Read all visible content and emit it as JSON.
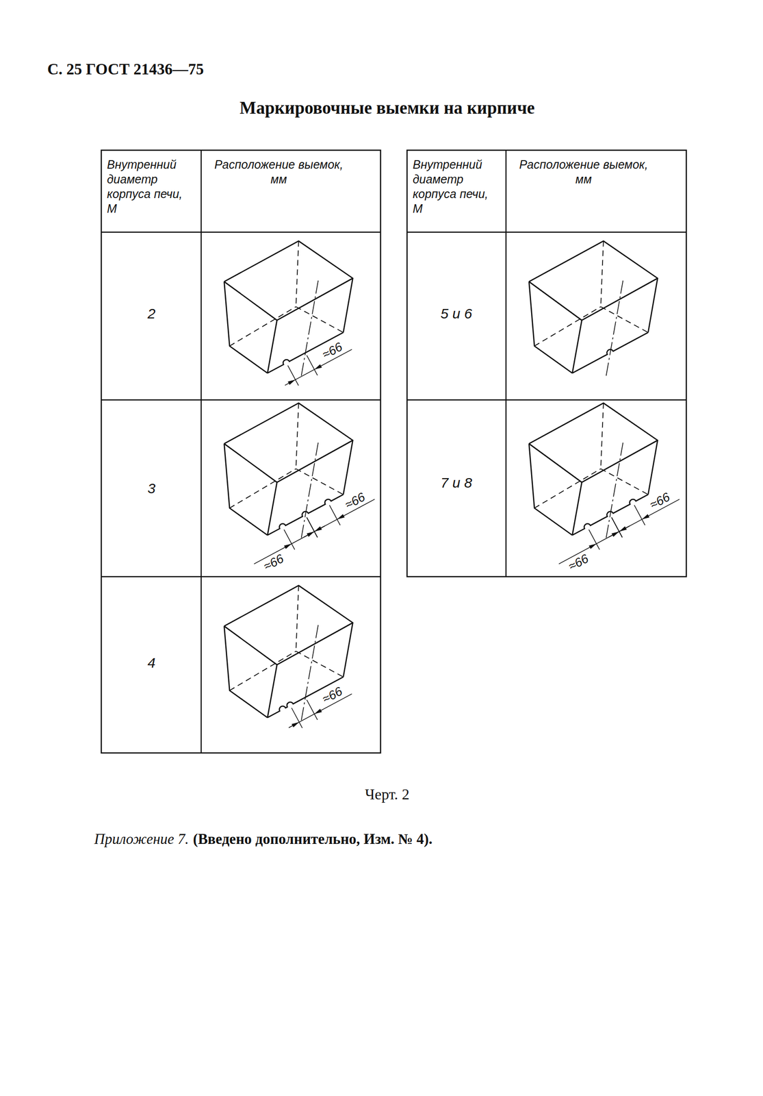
{
  "diagram": {
    "title": "Маркировочные выемки на кирпиче",
    "caption": "Черт. 2",
    "labels": [
      "С. 25 ГОСТ 21436—75",
      "Внутренний диаметр корпуса печи, М",
      "Расположение выемок, мм",
      "Внутренний диаметр корпуса печи, М",
      "Расположение выемок, мм",
      "2",
      "≈66",
      "3",
      "≈66",
      "≈66",
      "4",
      "≈66",
      "5 и 6",
      "7 и 8",
      "≈66",
      "≈66",
      "Приложение 7.",
      "(Введено дополнительно, Изм. № 4)."
    ]
  }
}
